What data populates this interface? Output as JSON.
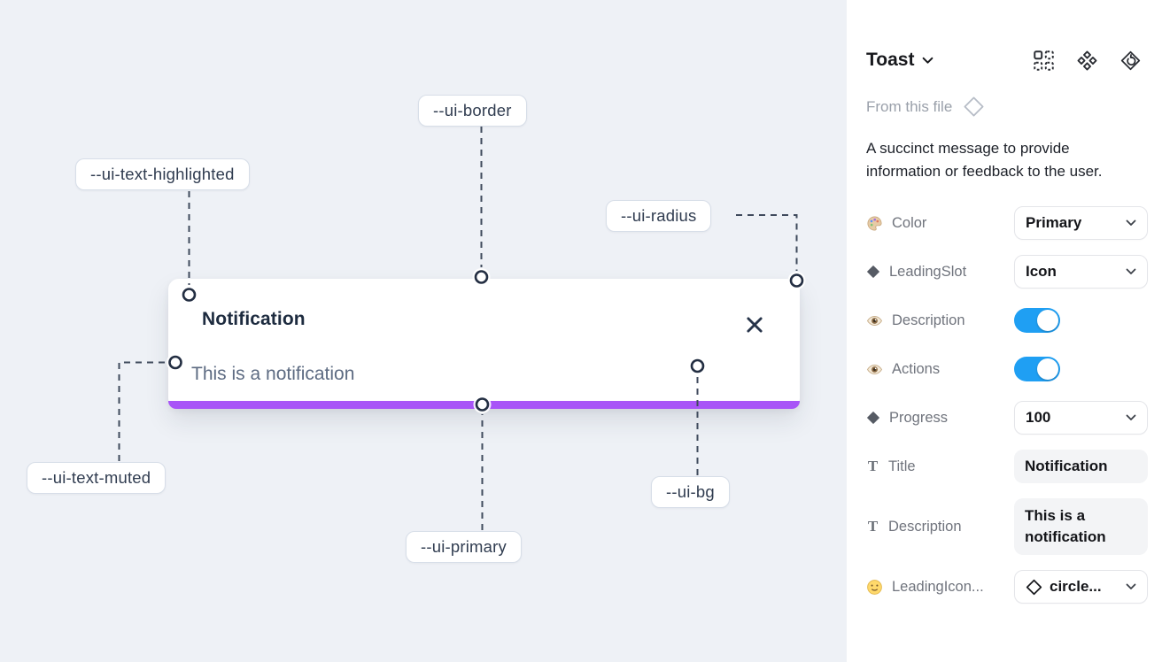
{
  "colors": {
    "primary_accent": "#a855f7",
    "toggle_on": "#1f9ff3",
    "canvas_bg": "#eef1f6",
    "toast_bg": "#ffffff",
    "text_highlighted": "#1d2b3f",
    "text_muted": "#5d6b82"
  },
  "canvas": {
    "toast": {
      "title": "Notification",
      "description": "This is a notification"
    },
    "labels": [
      {
        "id": "ui-text-highlighted",
        "text": "--ui-text-highlighted"
      },
      {
        "id": "ui-border",
        "text": "--ui-border"
      },
      {
        "id": "ui-radius",
        "text": "--ui-radius"
      },
      {
        "id": "ui-text-muted",
        "text": "--ui-text-muted"
      },
      {
        "id": "ui-primary",
        "text": "--ui-primary"
      },
      {
        "id": "ui-bg",
        "text": "--ui-bg"
      }
    ]
  },
  "panel": {
    "title": "Toast",
    "source": "From this file",
    "description": "A succinct message to provide information or feedback to the user.",
    "properties": [
      {
        "label": "Color",
        "icon": "palette-icon",
        "control": "select",
        "value": "Primary"
      },
      {
        "label": "LeadingSlot",
        "icon": "diamond-icon",
        "control": "select",
        "value": "Icon"
      },
      {
        "label": "Description",
        "icon": "eye-icon",
        "control": "toggle",
        "value": "on"
      },
      {
        "label": "Actions",
        "icon": "eye-icon",
        "control": "toggle",
        "value": "on"
      },
      {
        "label": "Progress",
        "icon": "diamond-icon",
        "control": "select",
        "value": "100"
      },
      {
        "label": "Title",
        "icon": "text-icon",
        "control": "text",
        "value": "Notification"
      },
      {
        "label": "Description",
        "icon": "text-icon",
        "control": "text",
        "value": "This is a notification"
      },
      {
        "label": "LeadingIcon...",
        "icon": "smiley-icon",
        "control": "select-icon",
        "value": "circle..."
      }
    ]
  }
}
